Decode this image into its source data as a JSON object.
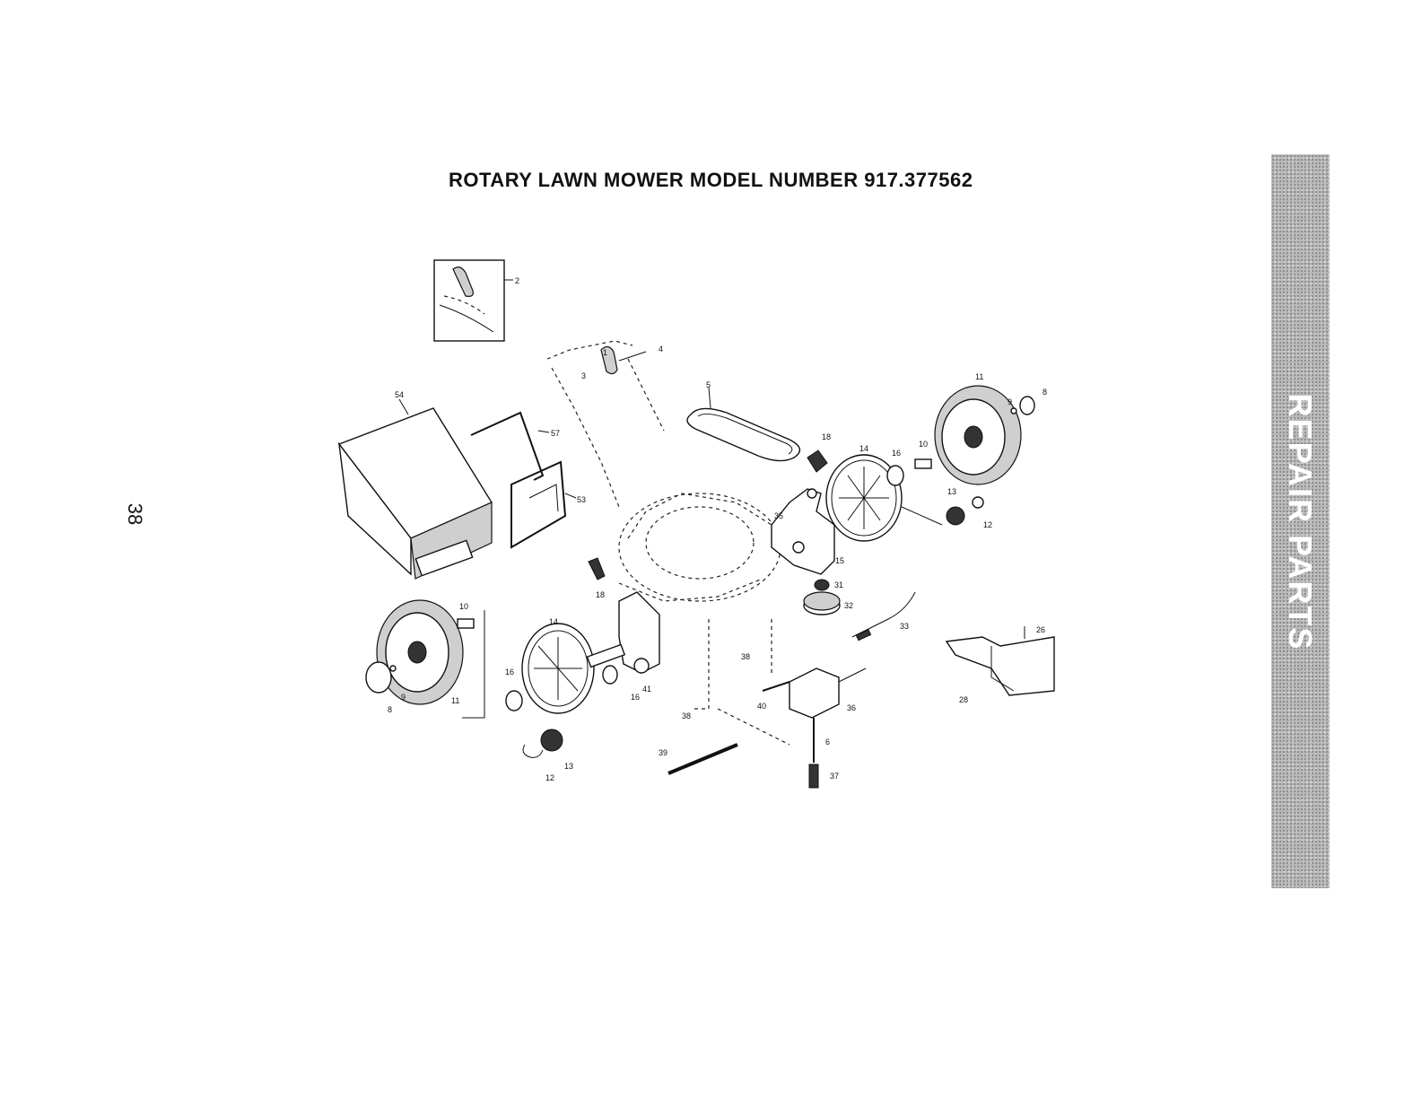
{
  "title": "ROTARY LAWN MOWER MODEL NUMBER 917.377562",
  "page_number": "38",
  "side_tab": "REPAIR PARTS",
  "callouts": {
    "c2": "2",
    "c1": "1",
    "c3": "3",
    "c4": "4",
    "c5": "5",
    "c54": "54",
    "c57": "57",
    "c53": "53",
    "c18a": "18",
    "c18b": "18",
    "c14a": "14",
    "c14b": "14",
    "c16a": "16",
    "c16b": "16",
    "c16c": "16",
    "c10a": "10",
    "c10b": "10",
    "c11a": "11",
    "c11b": "11",
    "c9a": "9",
    "c9b": "9",
    "c8a": "8",
    "c8b": "8",
    "c13a": "13",
    "c13b": "13",
    "c12a": "12",
    "c12b": "12",
    "c35": "35",
    "c15": "15",
    "c31": "31",
    "c32": "32",
    "c33": "33",
    "c26": "26",
    "c28": "28",
    "c38a": "38",
    "c38b": "38",
    "c40": "40",
    "c41": "41",
    "c36": "36",
    "c6": "6",
    "c37": "37",
    "c39": "39"
  }
}
